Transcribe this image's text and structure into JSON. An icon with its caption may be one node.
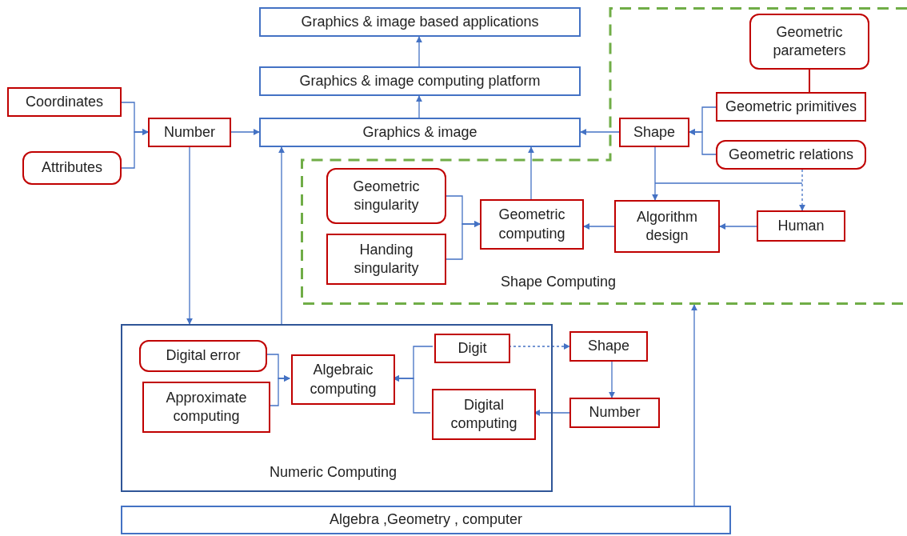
{
  "diagram": {
    "nodes": [
      {
        "text": [
          "Graphics & image based applications"
        ]
      },
      {
        "text": [
          "Graphics & image computing platform"
        ]
      },
      {
        "text": [
          "Coordinates"
        ]
      },
      {
        "text": [
          "Number"
        ]
      },
      {
        "text": [
          "Graphics & image"
        ]
      },
      {
        "text": [
          "Attributes"
        ]
      },
      {
        "text": [
          "Shape Computing"
        ]
      },
      {
        "text": [
          "Geometric parameters"
        ],
        "in": 6
      },
      {
        "text": [
          "Geometric primitives"
        ],
        "in": 6
      },
      {
        "text": [
          "Shape"
        ],
        "in": 6
      },
      {
        "text": [
          "Geometric relations"
        ],
        "in": 6
      },
      {
        "text": [
          "Geometric singularity"
        ],
        "in": 6
      },
      {
        "text": [
          "Geometric computing"
        ],
        "in": 6
      },
      {
        "text": [
          "Algorithm design"
        ],
        "in": 6
      },
      {
        "text": [
          "Human"
        ],
        "in": 6
      },
      {
        "text": [
          "Handing singularity"
        ],
        "in": 6
      },
      {
        "text": [
          "Numeric Computing"
        ]
      },
      {
        "text": [
          "Digital error"
        ],
        "in": 16
      },
      {
        "text": [
          "Algebraic computing"
        ],
        "in": 16
      },
      {
        "text": [
          "Digit"
        ],
        "in": 16
      },
      {
        "text": [
          "Approximate computing"
        ],
        "in": 16
      },
      {
        "text": [
          "Digital computing"
        ],
        "in": 16
      },
      {
        "text": [
          "Shape"
        ]
      },
      {
        "text": [
          "Number"
        ]
      },
      {
        "text": [
          "Algebra ,Geometry , computer"
        ]
      }
    ],
    "edges": [
      {
        "from": 1,
        "to": 0,
        "arrow": "to"
      },
      {
        "from": 4,
        "to": 1,
        "arrow": "to"
      },
      {
        "from": 2,
        "to": 3,
        "arrow": "to"
      },
      {
        "from": 5,
        "to": 3,
        "arrow": "to"
      },
      {
        "from": 3,
        "to": 4,
        "arrow": "to"
      },
      {
        "from": 9,
        "to": 4,
        "arrow": "to"
      },
      {
        "from": 8,
        "to": 9,
        "arrow": "to"
      },
      {
        "from": 10,
        "to": 9,
        "arrow": "to"
      },
      {
        "from": 7,
        "to": 8,
        "arrow": "none",
        "color": "#c00000"
      },
      {
        "from": 9,
        "to": 13,
        "arrow": "to"
      },
      {
        "from": 10,
        "to": 14,
        "arrow": "to",
        "style": "dashed"
      },
      {
        "from": 14,
        "to": 13,
        "arrow": "to"
      },
      {
        "from": 13,
        "to": 12,
        "arrow": "to"
      },
      {
        "from": 11,
        "to": 12,
        "arrow": "to"
      },
      {
        "from": 15,
        "to": 12,
        "arrow": "to"
      },
      {
        "from": 12,
        "to": 4,
        "arrow": "to"
      },
      {
        "from": 3,
        "to": 16,
        "arrow": "to"
      },
      {
        "from": 16,
        "to": 4,
        "arrow": "to"
      },
      {
        "from": 17,
        "to": 18,
        "arrow": "to"
      },
      {
        "from": 20,
        "to": 18,
        "arrow": "to"
      },
      {
        "from": 19,
        "to": 18,
        "arrow": "to"
      },
      {
        "from": 21,
        "to": 18,
        "arrow": "to"
      },
      {
        "from": 19,
        "to": 22,
        "arrow": "to",
        "style": "dashed"
      },
      {
        "from": 22,
        "to": 23,
        "arrow": "to"
      },
      {
        "from": 23,
        "to": 21,
        "arrow": "to"
      },
      {
        "from": 24,
        "to": 6,
        "arrow": "to"
      }
    ]
  }
}
